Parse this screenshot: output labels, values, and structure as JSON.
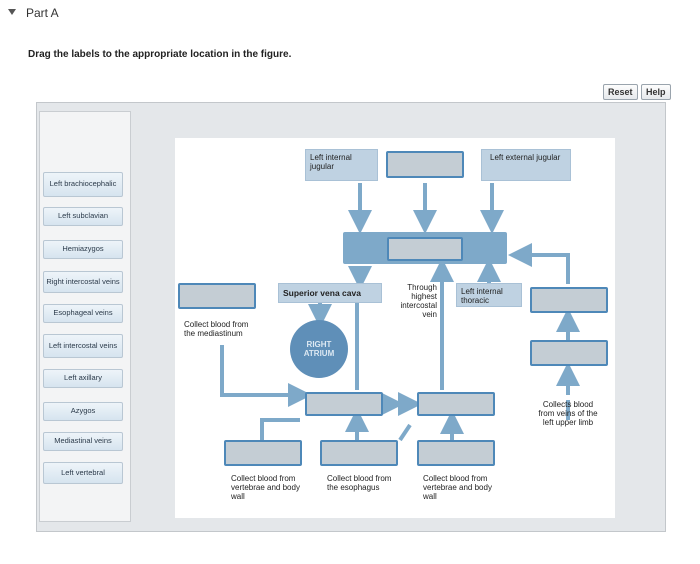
{
  "part": {
    "title": "Part A"
  },
  "instruction": "Drag the labels to the appropriate location in the figure.",
  "toolbar": {
    "reset_label": "Reset",
    "help_label": "Help"
  },
  "palette": {
    "labels": [
      "Left brachiocephalic",
      "Left subclavian",
      "Hemiazygos",
      "Right intercostal veins",
      "Esophageal veins",
      "Left intercostal veins",
      "Left axillary",
      "Azygos",
      "Mediastinal veins",
      "Left vertebral"
    ]
  },
  "figure": {
    "left_internal_jugular": "Left internal jugular",
    "left_external_jugular": "Left external jugular",
    "superior_vena_cava": "Superior vena cava",
    "through_highest_intercostal": "Through highest intercostal vein",
    "left_internal_thoracic": "Left internal thoracic",
    "collect_mediastinum": "Collect blood from the mediastinum",
    "right_atrium": "RIGHT ATRIUM",
    "collects_left_upper_limb": "Collects blood from veins of the left upper limb",
    "collect_vertebrae_1": "Collect blood from vertebrae and body wall",
    "collect_esophagus": "Collect blood from the esophagus",
    "collect_vertebrae_2": "Collect blood from vertebrae and body wall"
  },
  "colors": {
    "arrow": "#7ea9c9",
    "drop_border": "#4e88b8",
    "atrium": "#5f8fb8"
  }
}
